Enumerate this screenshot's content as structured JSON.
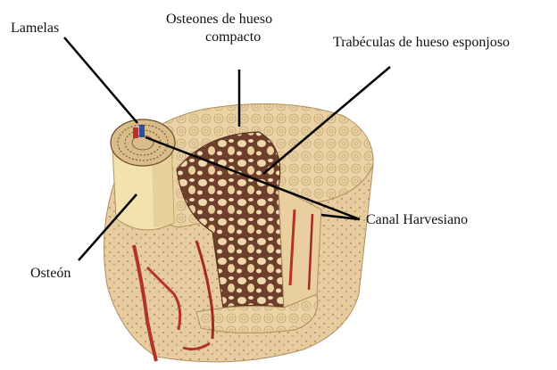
{
  "labels": {
    "lamelas": "Lamelas",
    "osteones_line1": "Osteones de hueso",
    "osteones_line2": "compacto",
    "trabeculas": "Trabéculas de hueso esponjoso",
    "canal": "Canal Harvesiano",
    "osteon": "Osteón"
  },
  "colors": {
    "bone_top": "#e8d2a4",
    "bone_side": "#e2c79a",
    "spongy": "#6e3f2c",
    "blood_vessel": "#b4322a",
    "osteon_cylinder": "#f3e2ae",
    "leader_line": "#000000"
  }
}
